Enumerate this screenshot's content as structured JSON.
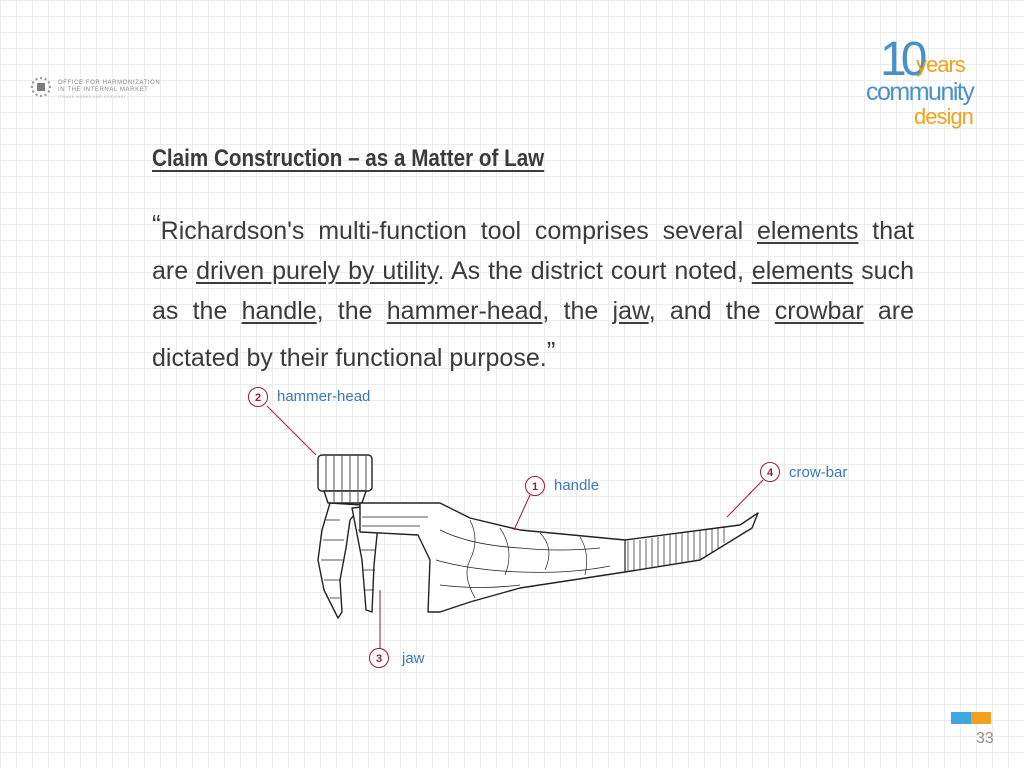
{
  "header": {
    "ohim_logo": {
      "line1": "OFFICE FOR HARMONIZATION",
      "line2": "IN THE INTERNAL MARKET",
      "line3": "(TRADE MARKS AND DESIGNS)"
    },
    "anniversary_logo": {
      "number": "10",
      "years": "years",
      "community": "community",
      "design": "design"
    }
  },
  "slide": {
    "title": "Claim Construction – as a Matter of Law",
    "quote": {
      "open_mark": "“",
      "close_mark": "”",
      "t1": "Richardson's multi-function tool comprises several ",
      "u1": "elements",
      "t2": " that are ",
      "u2": "driven purely by utility",
      "t3": ". As the district court noted, ",
      "u3": "elements",
      "t4": " such as the ",
      "u4": "handle",
      "t5": ", the ",
      "u5": "hammer-head",
      "t6": ", the ",
      "u6": "jaw",
      "t7": ", and the ",
      "u7": "crowbar",
      "t8": " are dictated by their functional purpose."
    }
  },
  "figure": {
    "callouts": [
      {
        "number": "1",
        "label": "handle"
      },
      {
        "number": "2",
        "label": "hammer-head"
      },
      {
        "number": "3",
        "label": "jaw"
      },
      {
        "number": "4",
        "label": "crow-bar"
      }
    ]
  },
  "footer": {
    "page_number": "33"
  },
  "colors": {
    "callout_border": "#9b1b30",
    "callout_label": "#3a78b8",
    "logo_blue": "#4a90c8",
    "logo_orange": "#f0a21a"
  }
}
